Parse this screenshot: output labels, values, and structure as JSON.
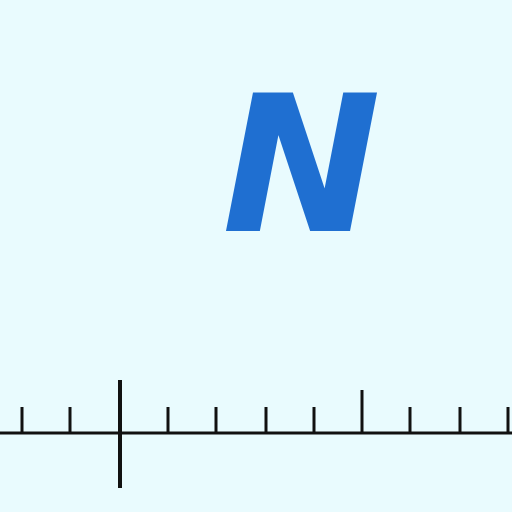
{
  "heading": {
    "letter": "N"
  },
  "colors": {
    "background": "#e9fbfe",
    "heading": "#1f6fd1",
    "scale": "#111111"
  },
  "scale": {
    "icon": "ruler-scale-icon",
    "tick_count": 11,
    "origin_tick_index": 2,
    "major_tick_index": 7
  }
}
